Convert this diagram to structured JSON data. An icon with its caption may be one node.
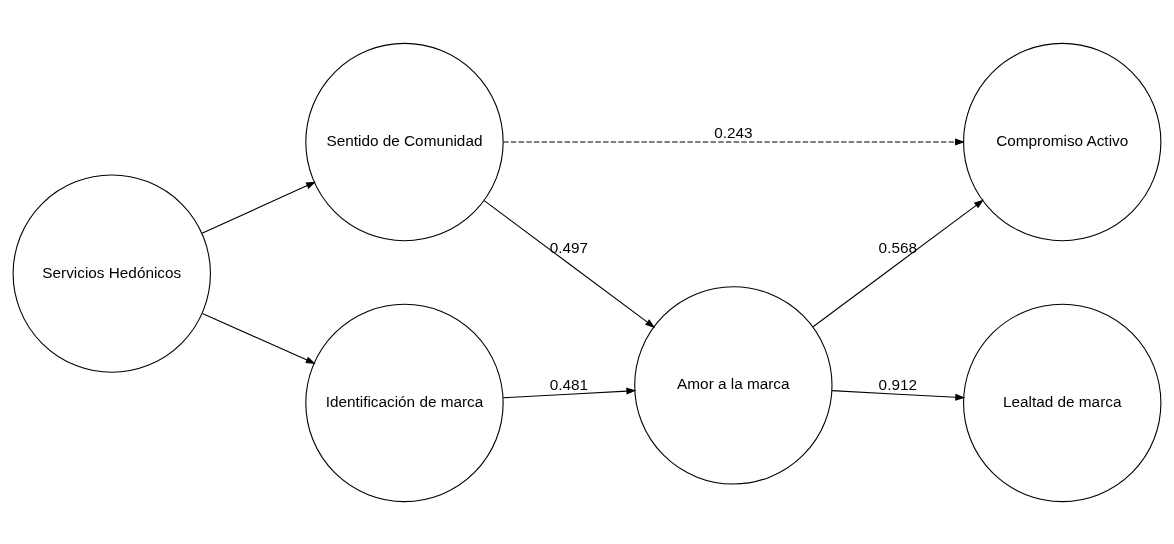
{
  "diagram": {
    "nodes": [
      {
        "text": [
          "Servicios Hedónicos"
        ]
      },
      {
        "text": [
          "Sentido de Comunidad"
        ]
      },
      {
        "text": [
          "Identificación de marca"
        ]
      },
      {
        "text": [
          "Amor a la marca"
        ]
      },
      {
        "text": [
          "Lealtad de marca"
        ]
      },
      {
        "text": [
          "Compromiso Activo"
        ]
      }
    ],
    "edges": [
      {
        "from": 0,
        "to": 1,
        "arrow": "to"
      },
      {
        "from": 0,
        "to": 2,
        "arrow": "to"
      },
      {
        "from": 1,
        "to": 3,
        "arrow": "to",
        "label": "0.497"
      },
      {
        "from": 2,
        "to": 3,
        "arrow": "to",
        "label": "0.481"
      },
      {
        "from": 3,
        "to": 4,
        "arrow": "to",
        "label": "0.912"
      },
      {
        "from": 3,
        "to": 5,
        "arrow": "to",
        "label": "0.568"
      },
      {
        "from": 1,
        "to": 5,
        "arrow": "to",
        "label": "0.243",
        "style": "dashed"
      }
    ]
  }
}
